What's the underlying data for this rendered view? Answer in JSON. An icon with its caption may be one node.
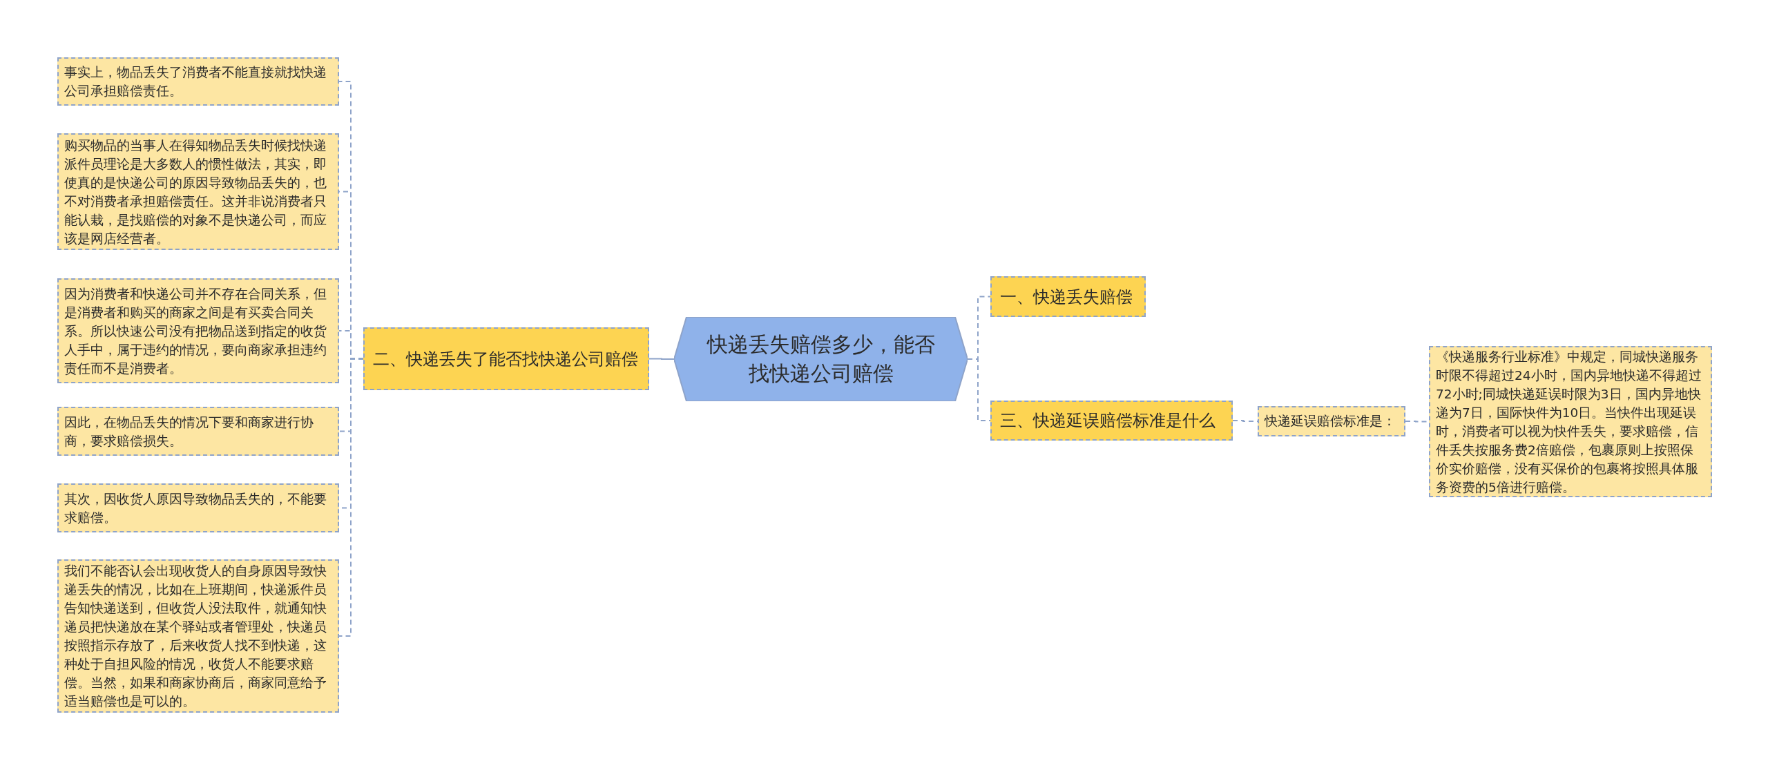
{
  "diagram": {
    "nodes": [
      {
        "text": [
          "快递丢失赔偿多少，能否找快递公司赔偿"
        ]
      },
      {
        "text": [
          "二、快递丢失了能否找快递公司赔偿"
        ]
      },
      {
        "text": [
          "事实上，物品丢失了消费者不能直接就找快递公司承担赔偿责任。"
        ]
      },
      {
        "text": [
          "购买物品的当事人在得知物品丢失时候找快递派件员理论是大多数人的惯性做法，其实，即使真的是快递公司的原因导致物品丢失的，也不对消费者承担赔偿责任。这并非说消费者只能认栽，是找赔偿的对象不是快递公司，而应该是网店经营者。"
        ]
      },
      {
        "text": [
          "因为消费者和快递公司并不存在合同关系，但是消费者和购买的商家之间是有买卖合同关系。所以快速公司没有把物品送到指定的收货人手中，属于违约的情况，要向商家承担违约责任而不是消费者。"
        ]
      },
      {
        "text": [
          "因此，在物品丢失的情况下要和商家进行协商，要求赔偿损失。"
        ]
      },
      {
        "text": [
          "其次，因收货人原因导致物品丢失的，不能要求赔偿。"
        ]
      },
      {
        "text": [
          "我们不能否认会出现收货人的自身原因导致快递丢失的情况，比如在上班期间，快递派件员告知快递送到，但收货人没法取件，就通知快递员把快递放在某个驿站或者管理处，快递员按照指示存放了，后来收货人找不到快递，这种处于自担风险的情况，收货人不能要求赔偿。当然，如果和商家协商后，商家同意给予适当赔偿也是可以的。"
        ]
      },
      {
        "text": [
          "一、快递丢失赔偿"
        ]
      },
      {
        "text": [
          "三、快递延误赔偿标准是什么"
        ]
      },
      {
        "text": [
          "快递延误赔偿标准是："
        ]
      },
      {
        "text": [
          "《快递服务行业标准》中规定，同城快递服务时限不得超过24小时，国内异地快递不得超过72小时;同城快递延误时限为3日，国内异地快递为7日，国际快件为10日。当快件出现延误时，消费者可以视为快件丢失，要求赔偿，信件丢失按服务费2倍赔偿，包裹原则上按照保价实价赔偿，没有买保价的包裹将按照具体服务资费的5倍进行赔偿。"
        ]
      }
    ],
    "edges": [
      {
        "from": 0,
        "to": 1,
        "arrow": "none"
      },
      {
        "from": 1,
        "to": 2,
        "arrow": "none",
        "style": "dashed"
      },
      {
        "from": 1,
        "to": 3,
        "arrow": "none",
        "style": "dashed"
      },
      {
        "from": 1,
        "to": 4,
        "arrow": "none",
        "style": "dashed"
      },
      {
        "from": 1,
        "to": 5,
        "arrow": "none",
        "style": "dashed"
      },
      {
        "from": 1,
        "to": 6,
        "arrow": "none",
        "style": "dashed"
      },
      {
        "from": 1,
        "to": 7,
        "arrow": "none",
        "style": "dashed"
      },
      {
        "from": 0,
        "to": 8,
        "arrow": "none",
        "style": "dashed"
      },
      {
        "from": 0,
        "to": 9,
        "arrow": "none",
        "style": "dashed"
      },
      {
        "from": 9,
        "to": 10,
        "arrow": "none",
        "style": "dashed"
      },
      {
        "from": 10,
        "to": 11,
        "arrow": "none",
        "style": "dashed"
      }
    ]
  }
}
